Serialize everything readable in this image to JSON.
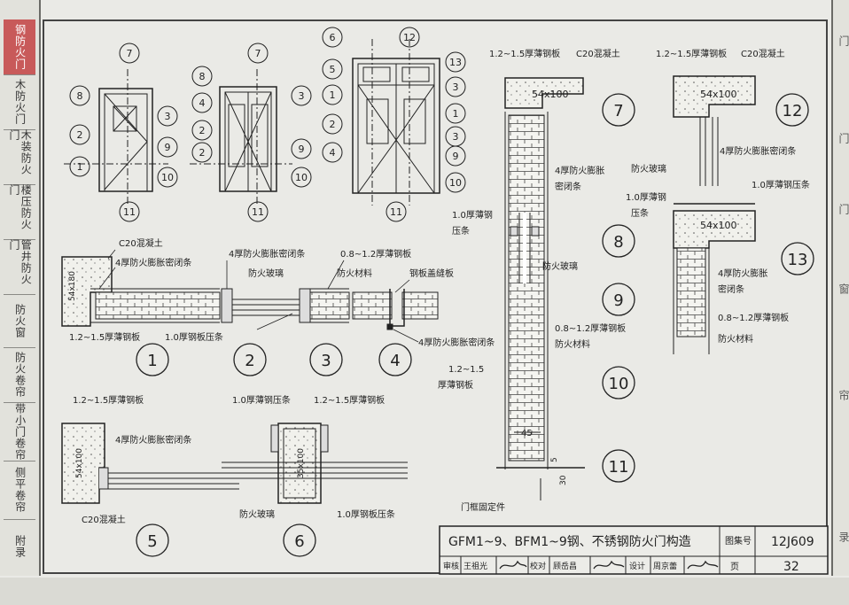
{
  "sidebar": {
    "tabs": [
      {
        "label": "钢防火门",
        "active": true
      },
      {
        "label": "木防火门",
        "active": false
      },
      {
        "label": "木装防火门",
        "active": false
      },
      {
        "label": "楼压防火门",
        "active": false
      },
      {
        "label": "管井防火门",
        "active": false
      },
      {
        "label": "防火窗",
        "active": false
      },
      {
        "label": "防火卷帘",
        "active": false
      },
      {
        "label": "带小门卷帘",
        "active": false
      },
      {
        "label": "侧平卷帘",
        "active": false
      },
      {
        "label": "附录",
        "active": false
      }
    ],
    "active_color": "#c85a5a"
  },
  "title_block": {
    "title": "GFM1~9、BFM1~9钢、不锈钢防火门构造",
    "atlas_label": "图集号",
    "atlas_no": "12J609",
    "page_label": "页",
    "page_no": "32",
    "review_label": "审核",
    "review_name": "王祖光",
    "check_label": "校对",
    "check_name": "顾岳昌",
    "design_label": "设计",
    "design_name": "周京蕾"
  },
  "door_elevations": {
    "d1": {
      "top": "7",
      "left": [
        "8",
        "2",
        "1"
      ],
      "right": [
        "3",
        "9",
        "10"
      ],
      "bottom": "11"
    },
    "d2": {
      "top": "7",
      "left": [
        "8",
        "4",
        "2",
        "2"
      ],
      "right": [
        "3",
        "9",
        "10"
      ],
      "bottom": "11"
    },
    "d3": {
      "top_left": "6",
      "top_right": "12",
      "left": [
        "5",
        "1",
        "2",
        "4"
      ],
      "right": [
        "13",
        "3",
        "1",
        "3",
        "9",
        "10"
      ],
      "bottom": "11"
    }
  },
  "notes": {
    "c20": "C20混凝土",
    "seal4": "4厚防火膨胀密闭条",
    "seal4_a": "4厚防火膨胀",
    "seal4_b": "密闭条",
    "sheet_12_15": "1.2~1.5厚薄钢板",
    "sheet_12_15_a": "1.2~1.5",
    "sheet_12_15_b": "厚薄钢板",
    "press_10": "1.0厚钢板压条",
    "press_10_thin": "1.0厚薄钢压条",
    "press_10_a": "1.0厚薄钢",
    "press_10_b": "压条",
    "glass": "防火玻璃",
    "sheet_08_12": "0.8~1.2厚薄钢板",
    "fire_mat": "防火材料",
    "seam_plate": "钢板盖缝板",
    "seal4_label": "4厚防火膨胀密闭条",
    "frame_fix": "门框固定件",
    "dim_54x100": "54x100",
    "dim_54x180": "54x180",
    "dim_35x100": "35x100",
    "dim_45": "45",
    "dim_30": "30",
    "dim_5": "5"
  },
  "detail_numbers": [
    "1",
    "2",
    "3",
    "4",
    "5",
    "6",
    "7",
    "8",
    "9",
    "10",
    "11",
    "12",
    "13"
  ]
}
